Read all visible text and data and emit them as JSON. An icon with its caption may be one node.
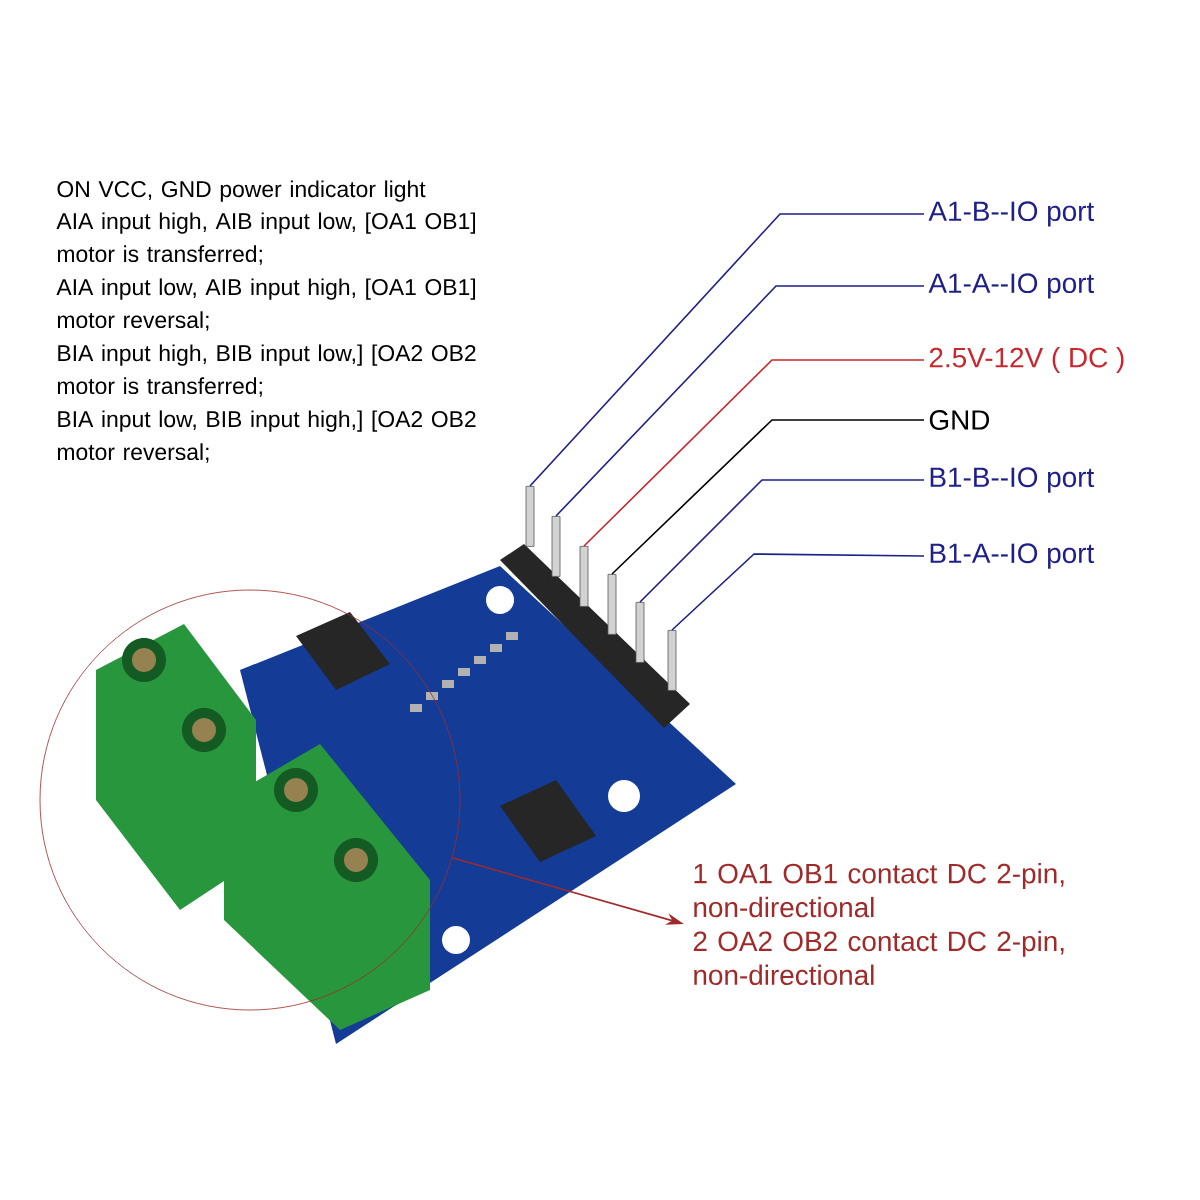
{
  "diagram": {
    "nodes": [
      {
        "text": [
          "A1-B--IO port"
        ]
      },
      {
        "text": [
          "A1-A--IO port"
        ]
      },
      {
        "text": [
          "2.5V-12V ( DC )"
        ]
      },
      {
        "text": [
          "GND"
        ]
      },
      {
        "text": [
          "B1-B--IO port"
        ]
      },
      {
        "text": [
          "B1-A--IO port"
        ]
      },
      {
        "text": [],
        "shape": "bar"
      },
      {
        "text": [],
        "shape": "bar"
      },
      {
        "text": [],
        "shape": "bar"
      },
      {
        "text": [],
        "shape": "bar"
      },
      {
        "text": [],
        "shape": "bar"
      },
      {
        "text": [],
        "shape": "bar"
      },
      {
        "text": [
          "1 OA1 OB1 contact DC 2-pin, non-directional",
          "2 OA2 OB2 contact DC 2-pin, non-directional"
        ]
      },
      {
        "text": [],
        "shape": "circle"
      }
    ],
    "edges": [
      {
        "from": 0,
        "to": 6,
        "arrow": "none"
      },
      {
        "from": 1,
        "to": 7,
        "arrow": "none"
      },
      {
        "from": 2,
        "to": 8,
        "arrow": "none",
        "color": "#c8282d"
      },
      {
        "from": 3,
        "to": 9,
        "arrow": "none",
        "color": "#000000"
      },
      {
        "from": 4,
        "to": 10,
        "arrow": "none"
      },
      {
        "from": 5,
        "to": 11,
        "arrow": "none"
      },
      {
        "from": 13,
        "to": 12,
        "arrow": "to",
        "color": "#a02a2a"
      }
    ],
    "labels": [
      "ON VCC, GND power indicator light",
      "AIA input high, AIB input low, [OA1 OB1] motor is transferred;",
      "AIA input low, AIB input high, [OA1 OB1] motor reversal;",
      "BIA input high, BIB input low,] [OA2 OB2 motor is transferred;",
      "BIA input low, BIB input high,] [OA2 OB2 motor reversal;"
    ]
  }
}
